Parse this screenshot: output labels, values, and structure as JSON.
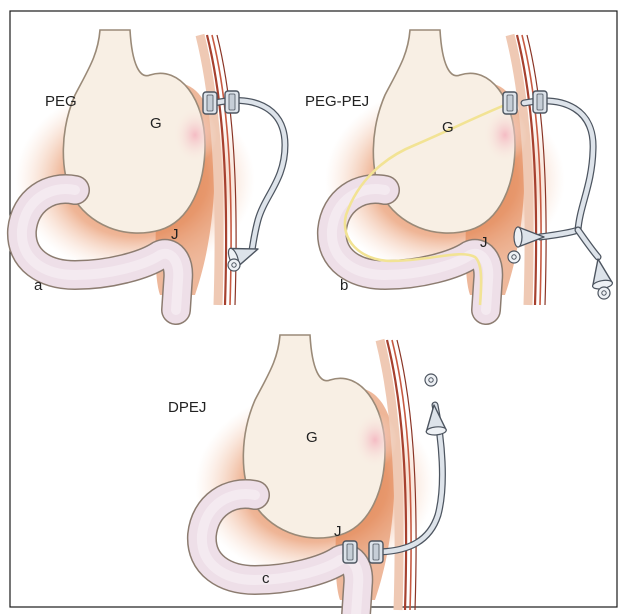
{
  "panels": {
    "a": {
      "procedure": "PEG",
      "gastric": "G",
      "jejunal": "J",
      "letter": "a"
    },
    "b": {
      "procedure": "PEG-PEJ",
      "gastric": "G",
      "jejunal": "J",
      "letter": "b"
    },
    "c": {
      "procedure": "DPEJ",
      "gastric": "G",
      "jejunal": "J",
      "letter": "c"
    }
  },
  "colors": {
    "border": "#1a1a1a",
    "stomach_fill": "#f8efe4",
    "stomach_outline": "#9a8a78",
    "fat_tissue": "#e0814a",
    "jejunum_fill": "#eedfe8",
    "abdominal_wall": "#c0503a",
    "tube": "#dde3ea",
    "tube_outline": "#7d8894",
    "jejunal_extension": "#f2e394"
  }
}
